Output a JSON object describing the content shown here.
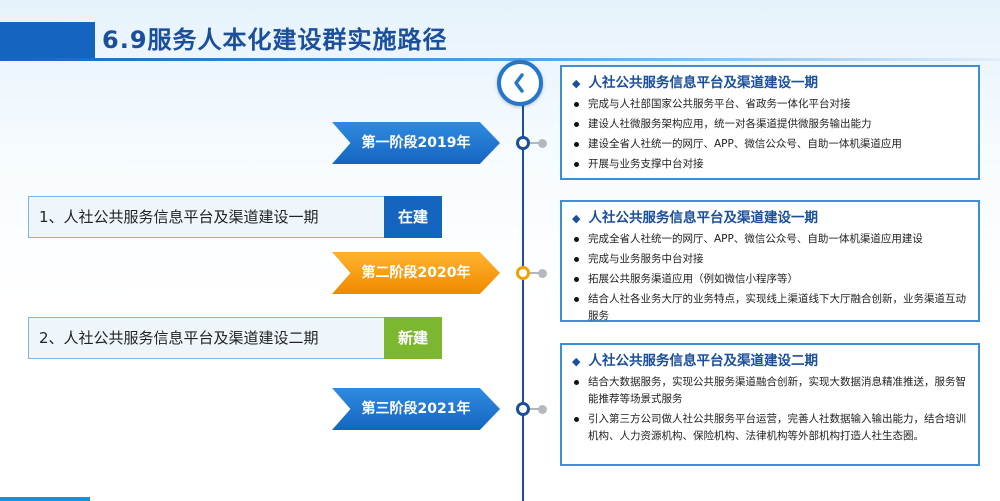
{
  "title": "6.9服务人本化建设群实施路径",
  "stages": [
    {
      "label": "第一阶段2019年",
      "color": "#1565c0"
    },
    {
      "label": "第二阶段2020年",
      "color": "#f08a00"
    },
    {
      "label": "第三阶段2021年",
      "color": "#1565c0"
    }
  ],
  "projects": [
    {
      "label": "1、人社公共服务信息平台及渠道建设一期",
      "status": "在建",
      "status_color": "#1565c0"
    },
    {
      "label": "2、人社公共服务信息平台及渠道建设二期",
      "status": "新建",
      "status_color": "#7cb82f"
    }
  ],
  "cards": [
    {
      "title": "人社公共服务信息平台及渠道建设一期",
      "items": [
        "完成与人社部国家公共服务平台、省政务一体化平台对接",
        "建设人社微服务架构应用，统一对各渠道提供微服务输出能力",
        "建设全省人社统一的网厅、APP、微信公众号、自助一体机渠道应用",
        "开展与业务支撑中台对接"
      ]
    },
    {
      "title": "人社公共服务信息平台及渠道建设一期",
      "items": [
        "完成全省人社统一的网厅、APP、微信公众号、自助一体机渠道应用建设",
        "完成与业务服务中台对接",
        "拓展公共服务渠道应用（例如微信小程序等）",
        "结合人社各业务大厅的业务特点，实现线上渠道线下大厅融合创新，业务渠道互动服务"
      ]
    },
    {
      "title": "人社公共服务信息平台及渠道建设二期",
      "items": [
        "结合大数据服务，实现公共服务渠道融合创新，实现大数据消息精准推送，服务智能推荐等场景式服务",
        "引入第三方公司做人社公共服务平台运营，完善人社数据输入输出能力，结合培训机构、人力资源机构、保险机构、法律机构等外部机构打造人社生态圈。"
      ]
    }
  ],
  "icons": {
    "clock": "clock-icon",
    "diamond": "diamond-bullet-icon"
  },
  "colors": {
    "primary": "#1565c0",
    "orange": "#f08a00",
    "green": "#7cb82f"
  }
}
